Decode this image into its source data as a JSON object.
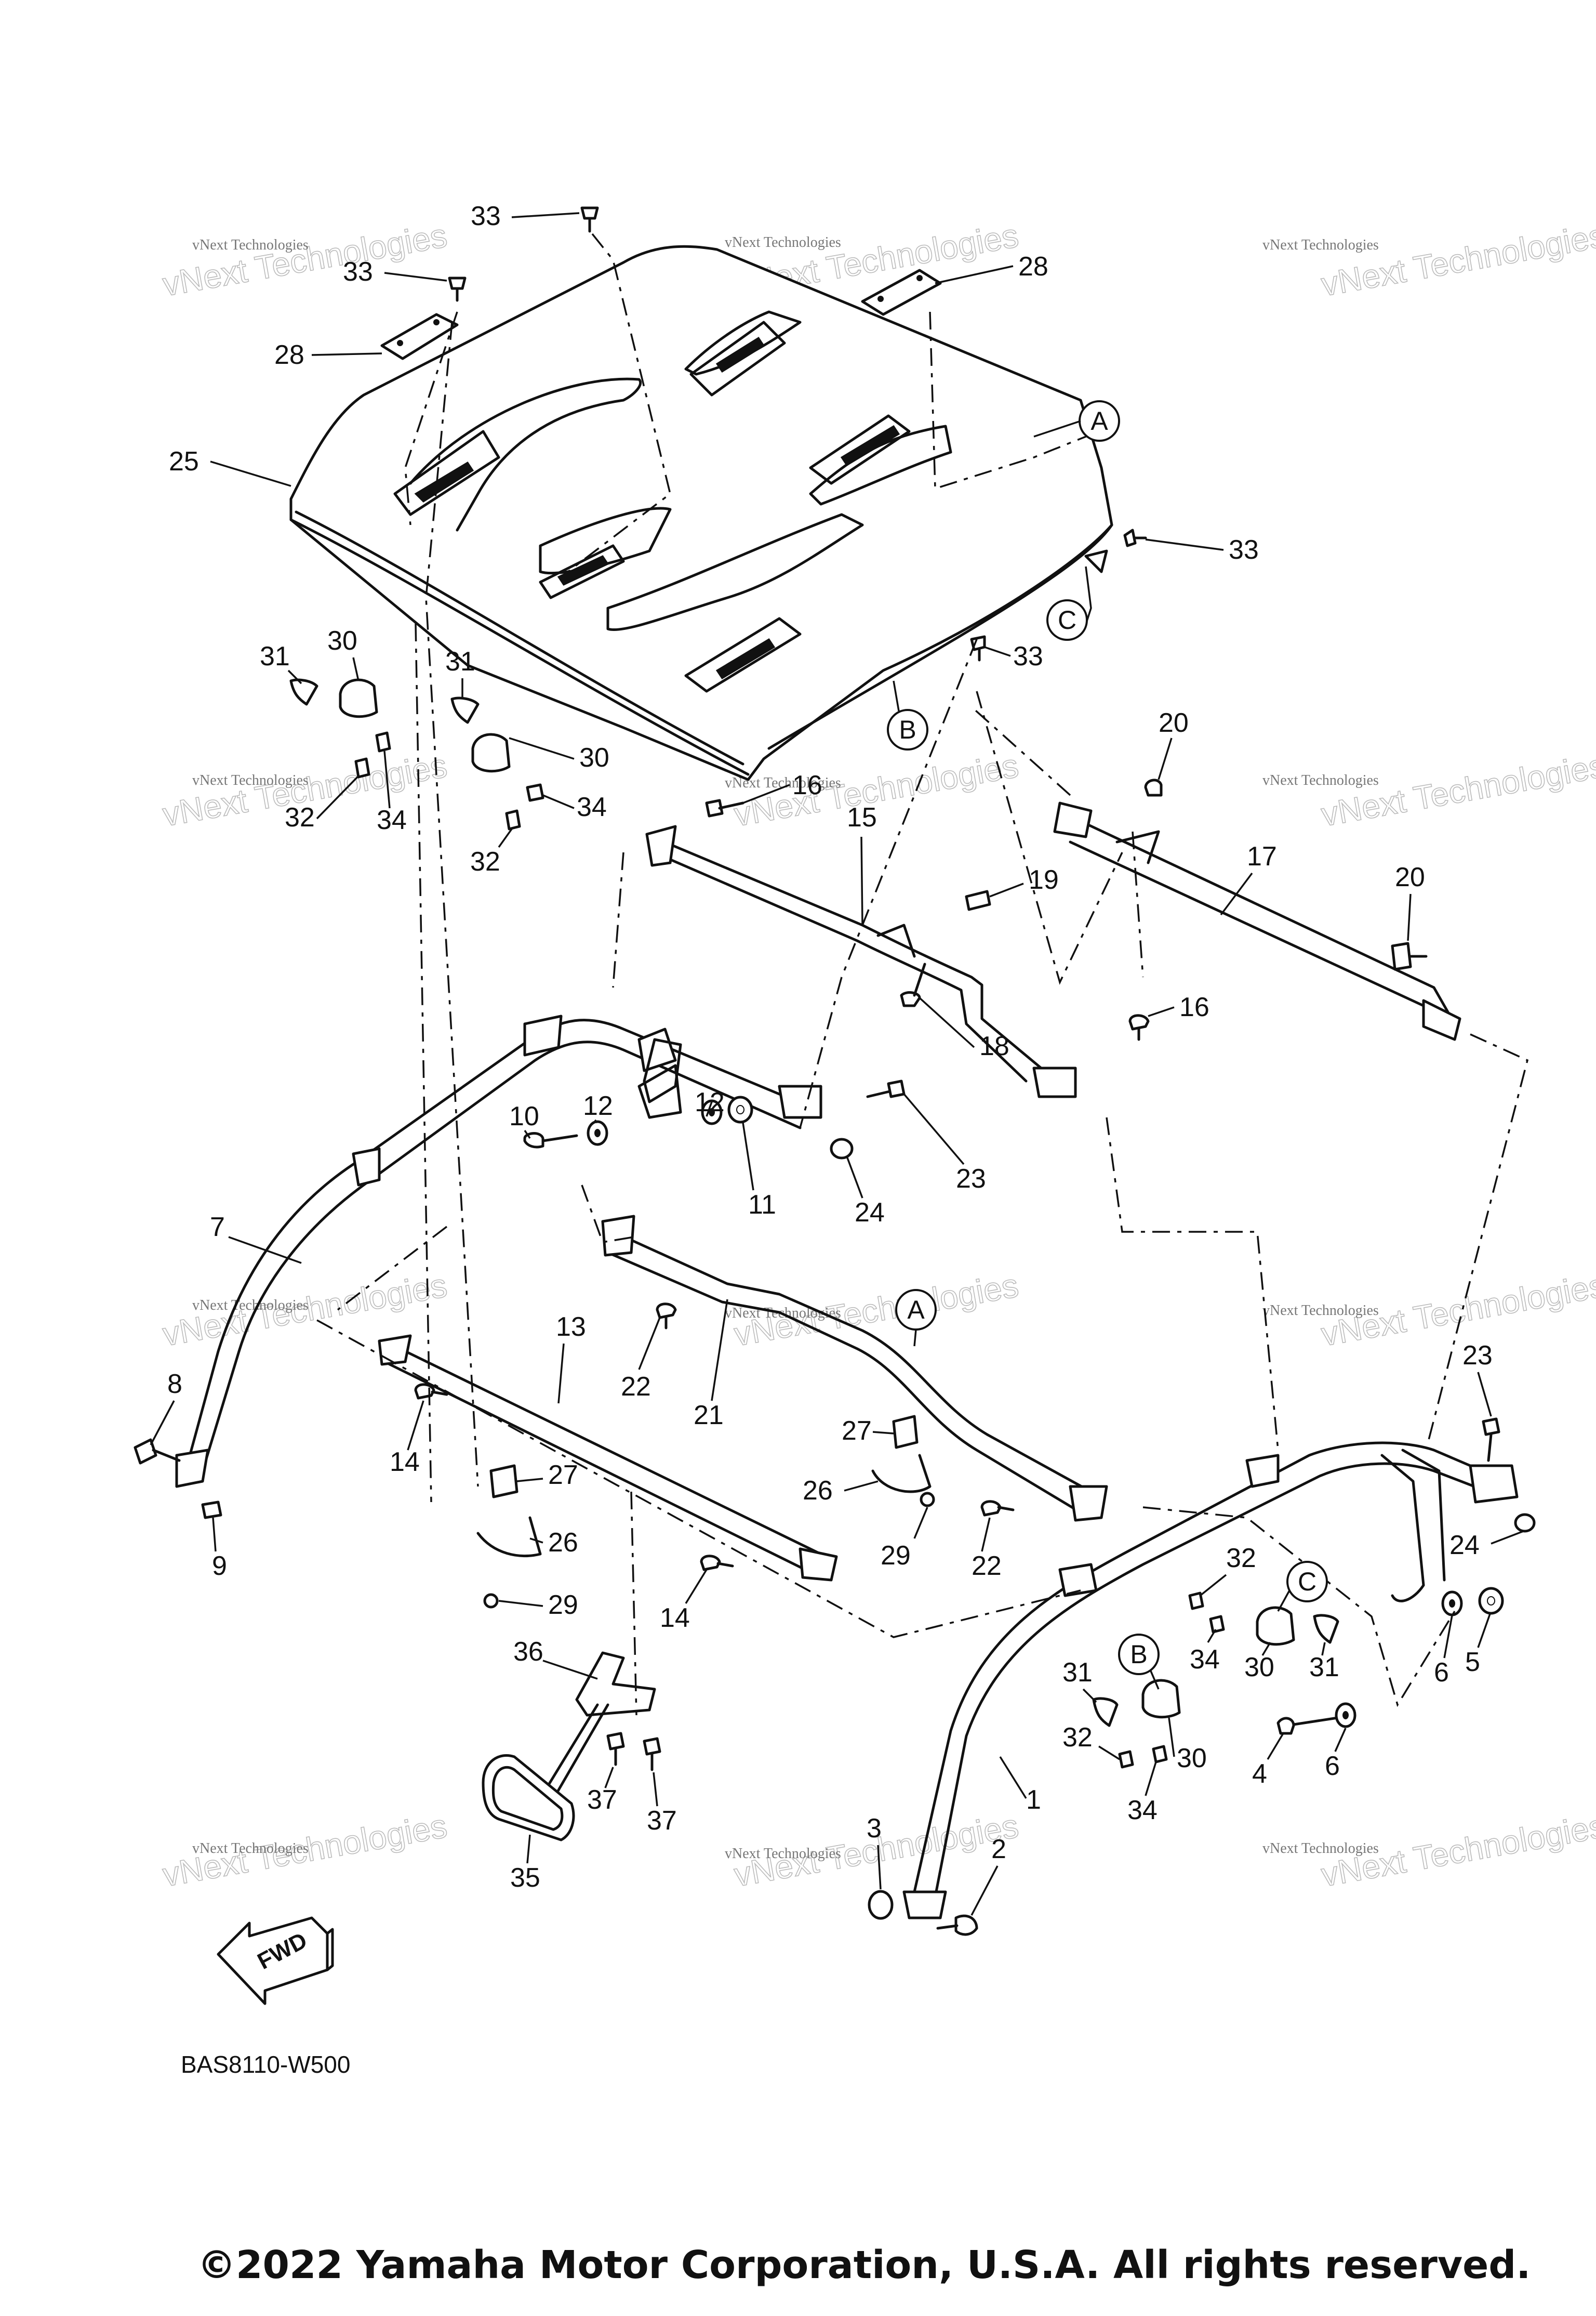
{
  "diagram_code": "BAS8110-W500",
  "copyright": "©2022 Yamaha Motor Corporation, U.S.A. All rights reserved.",
  "fwd_label": "FWD",
  "watermark": {
    "line1": "vNext Technologies",
    "line2": "vNext Technologies"
  },
  "callouts": [
    "A",
    "B",
    "C"
  ],
  "part_numbers": [
    "1",
    "2",
    "3",
    "4",
    "5",
    "6",
    "7",
    "8",
    "9",
    "10",
    "11",
    "12",
    "13",
    "14",
    "15",
    "16",
    "17",
    "18",
    "19",
    "20",
    "21",
    "22",
    "23",
    "24",
    "25",
    "26",
    "27",
    "28",
    "29",
    "30",
    "31",
    "32",
    "33",
    "34",
    "35",
    "36",
    "37"
  ]
}
